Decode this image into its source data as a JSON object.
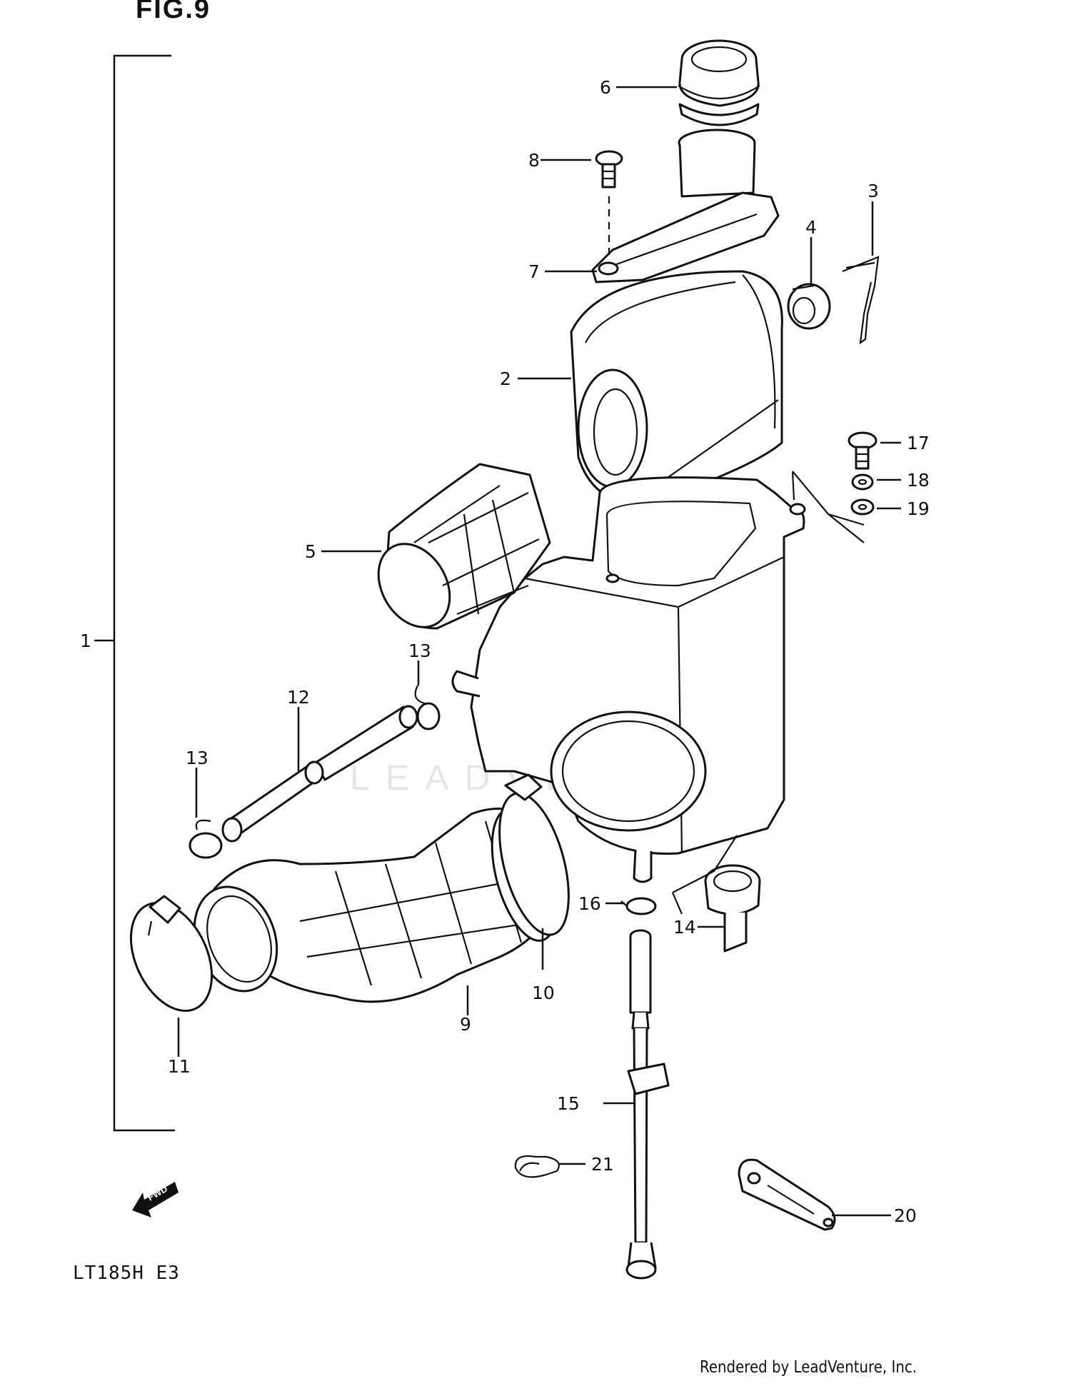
{
  "figure": {
    "title": "FIG.9",
    "model_code": "LT185H  E3",
    "credit": "Rendered by LeadVenture, Inc.",
    "watermark": "LEADVENTURE"
  },
  "fwd_badge": "FWD",
  "callouts": [
    {
      "id": "1",
      "label": "1"
    },
    {
      "id": "2",
      "label": "2"
    },
    {
      "id": "3",
      "label": "3"
    },
    {
      "id": "4",
      "label": "4"
    },
    {
      "id": "5",
      "label": "5"
    },
    {
      "id": "6",
      "label": "6"
    },
    {
      "id": "7",
      "label": "7"
    },
    {
      "id": "8",
      "label": "8"
    },
    {
      "id": "9",
      "label": "9"
    },
    {
      "id": "10",
      "label": "10"
    },
    {
      "id": "11",
      "label": "11"
    },
    {
      "id": "12",
      "label": "12"
    },
    {
      "id": "13a",
      "label": "13"
    },
    {
      "id": "13b",
      "label": "13"
    },
    {
      "id": "14",
      "label": "14"
    },
    {
      "id": "15",
      "label": "15"
    },
    {
      "id": "16",
      "label": "16"
    },
    {
      "id": "17",
      "label": "17"
    },
    {
      "id": "18",
      "label": "18"
    },
    {
      "id": "19",
      "label": "19"
    },
    {
      "id": "20",
      "label": "20"
    },
    {
      "id": "21",
      "label": "21"
    }
  ]
}
